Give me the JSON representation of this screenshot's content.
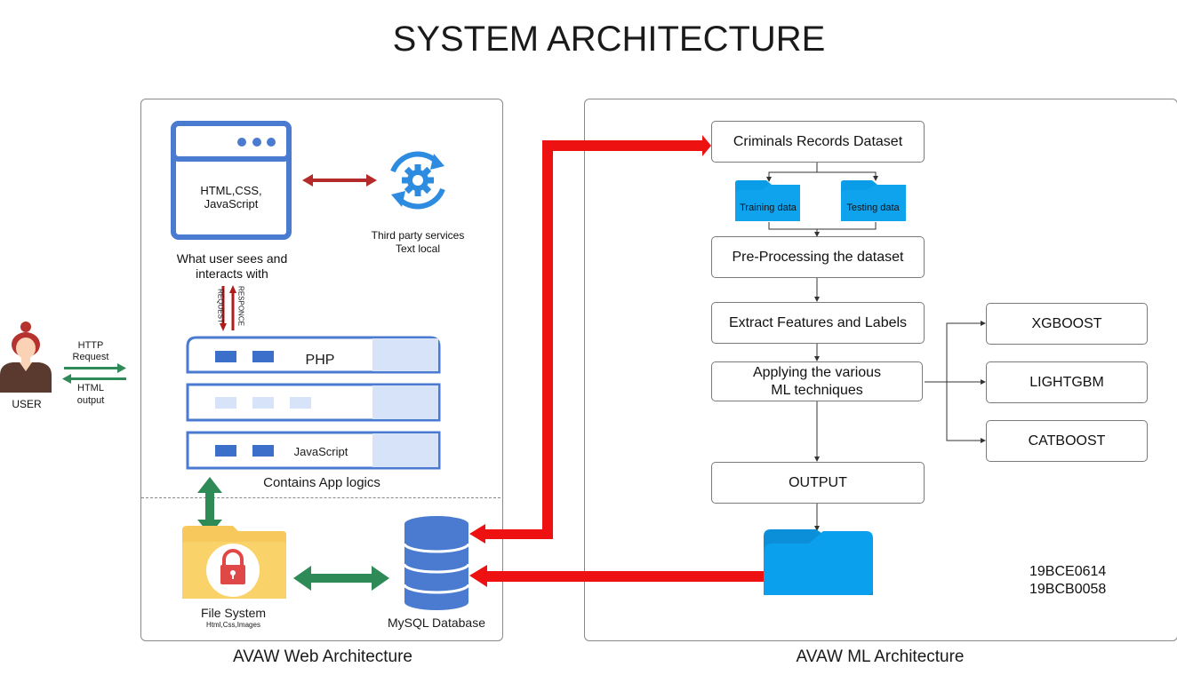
{
  "title": "SYSTEM ARCHITECTURE",
  "web": {
    "caption": "AVAW Web Architecture",
    "browser_label": "HTML,CSS, JavaScript",
    "browser_caption": "What user sees and interacts with",
    "third_party": "Third party services Text local",
    "request_label": "REQUEST",
    "response_label": "RESPONCE",
    "server_rows": [
      {
        "label": "PHP"
      },
      {
        "label": ""
      },
      {
        "label": "JavaScript"
      }
    ],
    "server_caption": "Contains App logics",
    "file_system": "File System",
    "file_system_sub": "Html,Css,Images",
    "database": "MySQL Database"
  },
  "user": {
    "label": "USER",
    "http_request": "HTTP Request",
    "html_output": "HTML output"
  },
  "ml": {
    "caption": "AVAW ML Architecture",
    "dataset": "Criminals Records Dataset",
    "training": "Training data",
    "testing": "Testing data",
    "preprocess": "Pre-Processing the dataset",
    "extract": "Extract Features and Labels",
    "apply": "Applying the various ML techniques",
    "output": "OUTPUT",
    "models": [
      "XGBOOST",
      "LIGHTGBM",
      "CATBOOST"
    ],
    "ids": [
      "19BCE0614",
      "19BCB0058"
    ]
  },
  "colors": {
    "blue": "#4a7bd0",
    "light_blue": "#d6e3f8",
    "red": "#ee1111",
    "dark_red": "#b52a2a",
    "green": "#2e8b57",
    "folder_blue": "#0b9ce8",
    "folder_yellow": "#f7c95c"
  }
}
